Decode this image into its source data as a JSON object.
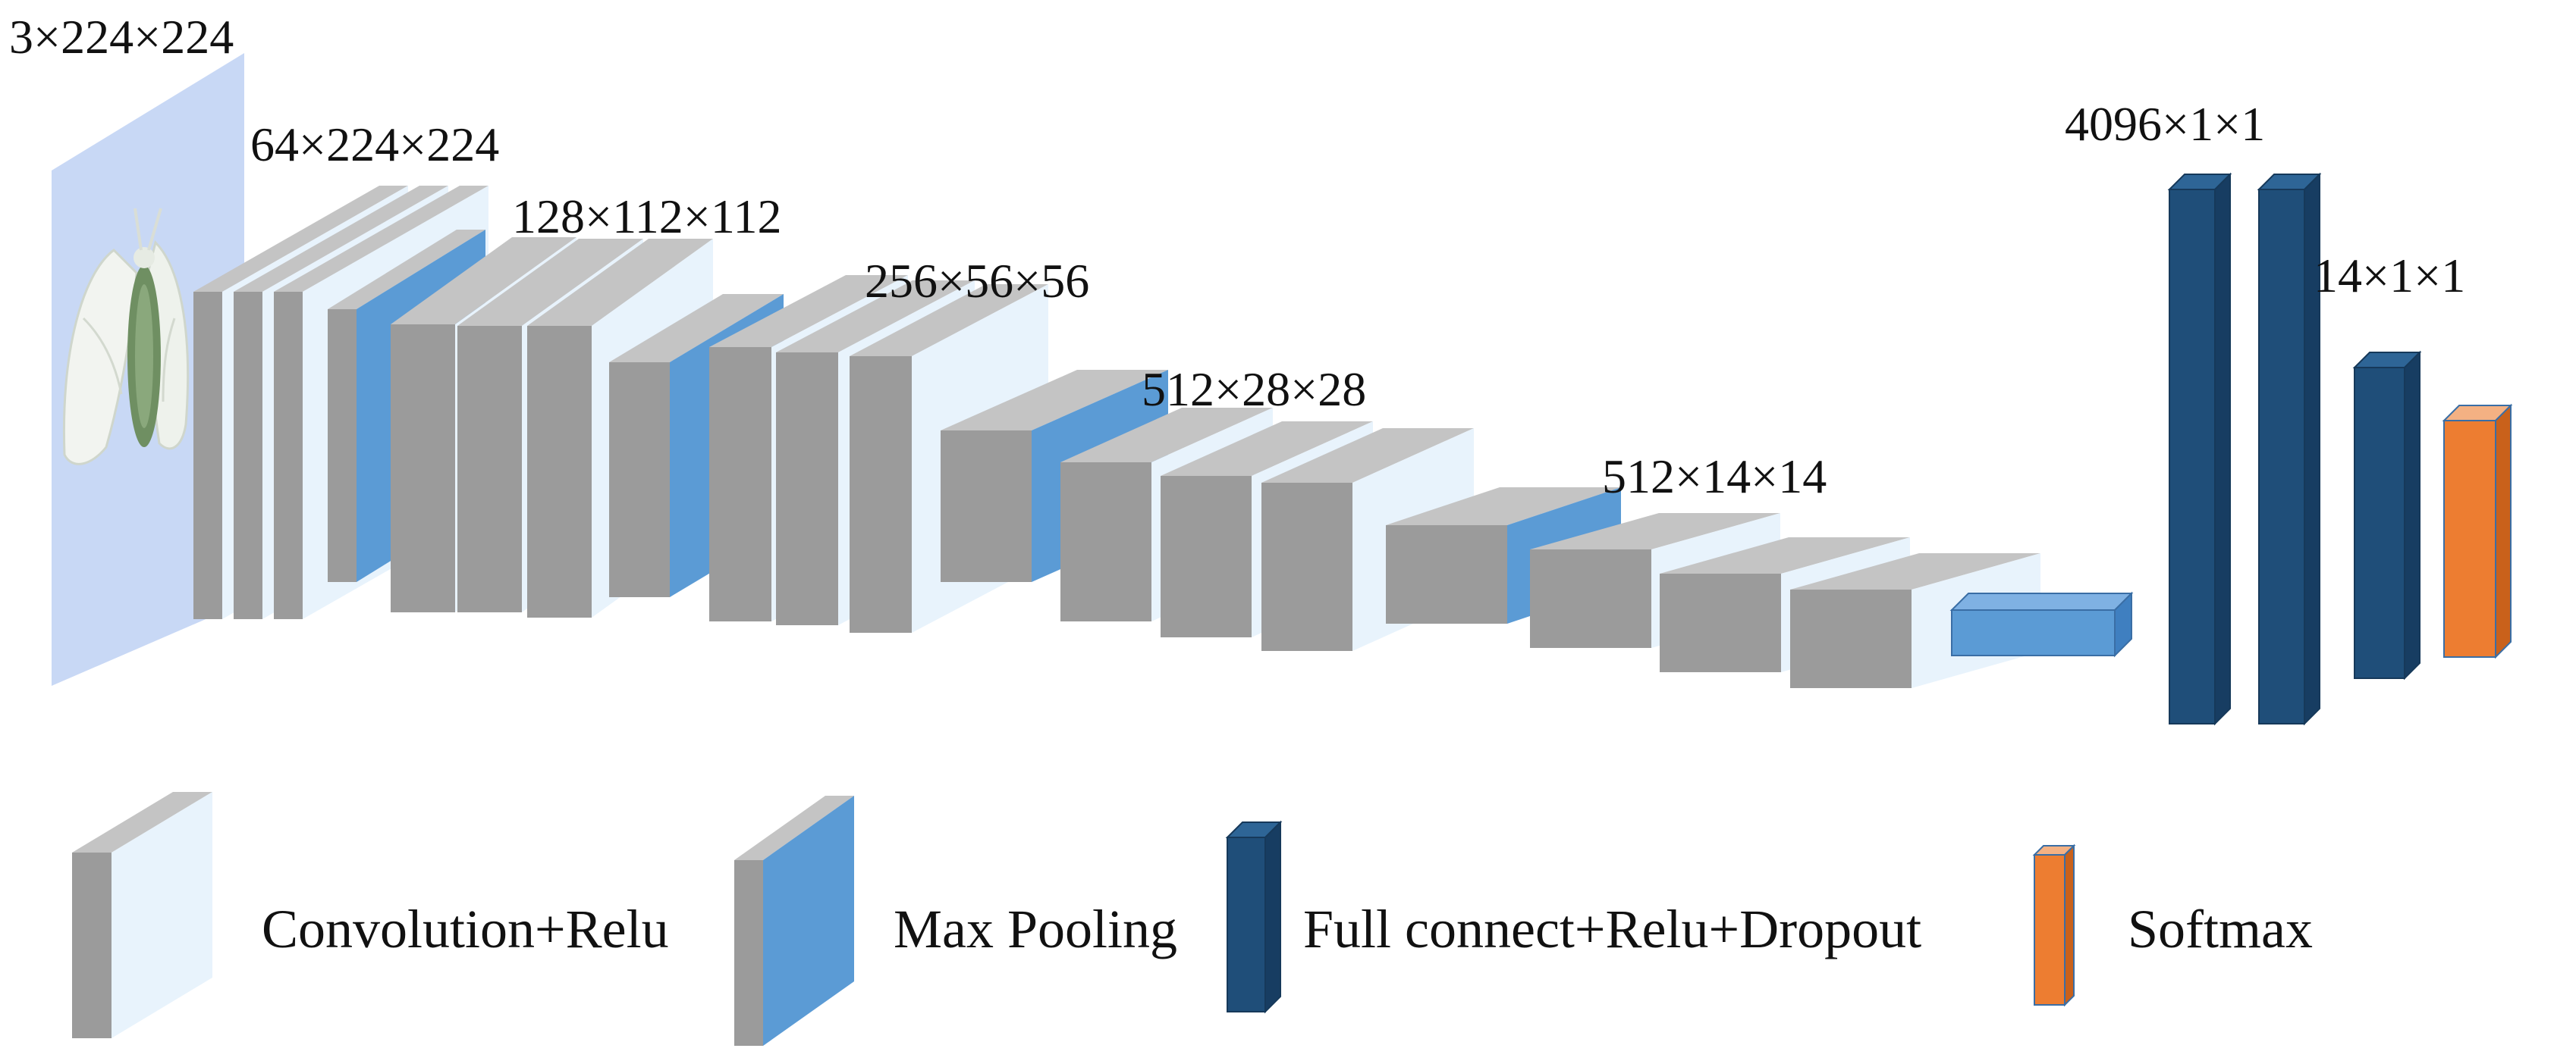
{
  "dimension_labels": {
    "input": "3×224×224",
    "block1": "64×224×224",
    "block2": "128×112×112",
    "block3": "256×56×56",
    "block4": "512×28×28",
    "block5": "512×14×14",
    "fc": "4096×1×1",
    "output": "14×1×1"
  },
  "legend": {
    "conv": "Convolution+Relu",
    "pool": "Max Pooling",
    "fc": "Full connect+Relu+Dropout",
    "softmax": "Softmax"
  },
  "colors": {
    "conv_front": "#9b9b9b",
    "conv_top": "#c4c4c4",
    "conv_side": "#e8f3fc",
    "pool_side": "#5b9bd5",
    "fc": "#1f4e79",
    "fc_light": "#2e6596",
    "softmax": "#ed7d31",
    "softmax_light": "#f4b183",
    "input_bg": "#c8d8f5"
  }
}
